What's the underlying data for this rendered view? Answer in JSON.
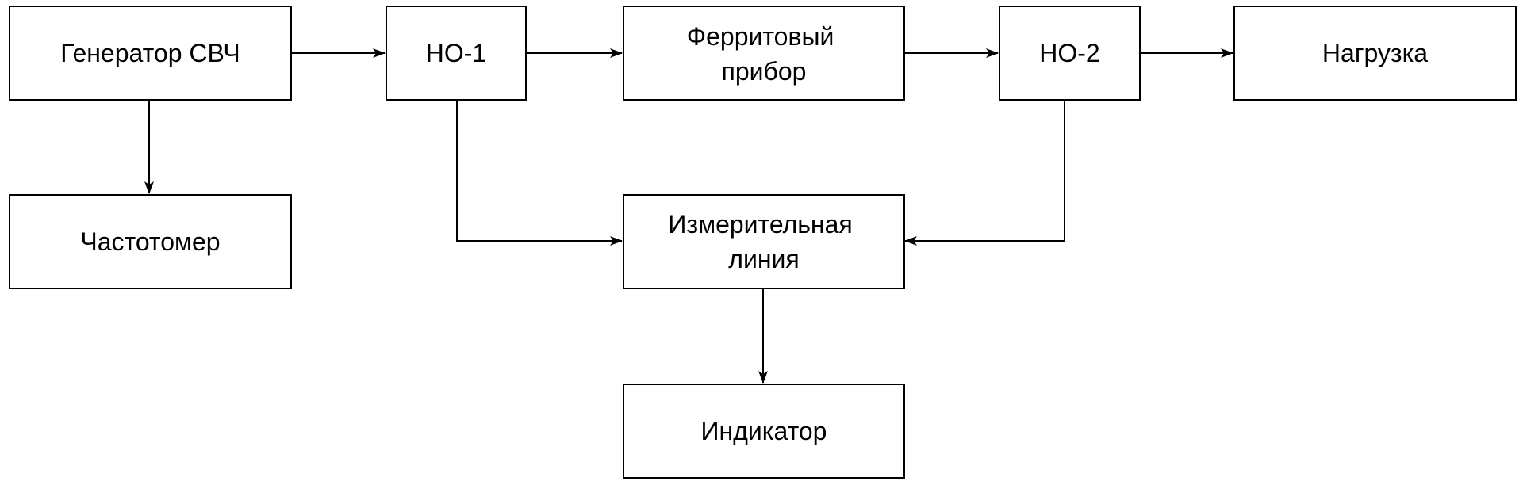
{
  "diagram": {
    "blocks": {
      "generator": {
        "lines": [
          "Генератор СВЧ"
        ]
      },
      "coupler1": {
        "lines": [
          "НО-1"
        ]
      },
      "ferrite": {
        "lines": [
          "Ферритовый",
          "прибор"
        ]
      },
      "coupler2": {
        "lines": [
          "НО-2"
        ]
      },
      "load": {
        "lines": [
          "Нагрузка"
        ]
      },
      "frequency_meter": {
        "lines": [
          "Частотомер"
        ]
      },
      "measuring_line": {
        "lines": [
          "Измерительная",
          "линия"
        ]
      },
      "indicator": {
        "lines": [
          "Индикатор"
        ]
      }
    },
    "connections": [
      {
        "from": "generator",
        "to": "coupler1"
      },
      {
        "from": "coupler1",
        "to": "ferrite"
      },
      {
        "from": "ferrite",
        "to": "coupler2"
      },
      {
        "from": "coupler2",
        "to": "load"
      },
      {
        "from": "generator",
        "to": "frequency_meter"
      },
      {
        "from": "coupler1",
        "to": "measuring_line"
      },
      {
        "from": "coupler2",
        "to": "measuring_line"
      },
      {
        "from": "measuring_line",
        "to": "indicator"
      }
    ]
  }
}
